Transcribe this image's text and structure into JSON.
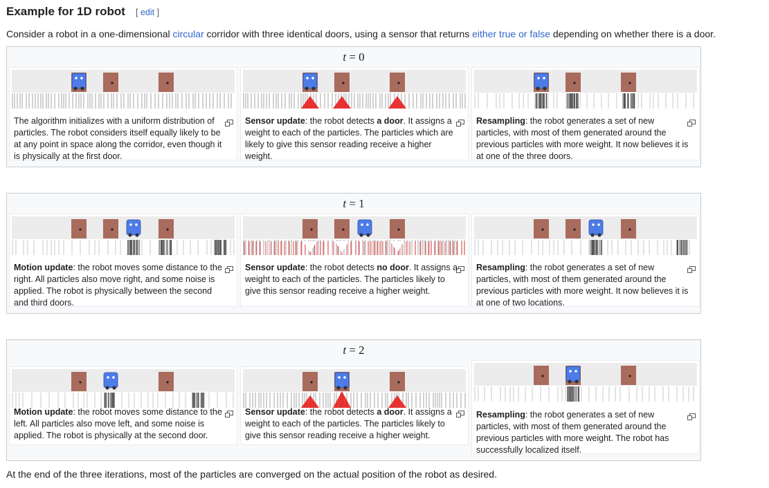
{
  "heading": "Example for 1D robot",
  "edit": {
    "open": "[ ",
    "label": "edit",
    "close": " ]"
  },
  "intro": {
    "p1": "Consider a robot in a one-dimensional ",
    "link1": "circular",
    "p2": " corridor with three identical doors, using a sensor that returns ",
    "link2": "either true or false",
    "p3": " depending on whether there is a door."
  },
  "outro": "At the end of the three iterations, most of the particles are converged on the actual position of the robot as desired.",
  "colors": {
    "door": "#a86b5c",
    "robot": "#4d7ce8",
    "weight": "#e81010",
    "link": "#3366cc"
  },
  "galleries": [
    {
      "title_var": "t",
      "title_eq": " = 0",
      "panels": [
        {
          "bold": "",
          "text": "The algorithm initializes with a uniform distribution of particles. The robot considers itself equally likely to be at any point in space along the corridor, even though it is physically at the first door."
        },
        {
          "bold": "Sensor update",
          "text": ": the robot detects ",
          "bold2": "a door",
          "text2": ". It assigns a weight to each of the particles. The particles which are likely to give this sensor reading receive a higher weight."
        },
        {
          "bold": "Resampling",
          "text": ": the robot generates a set of new particles, with most of them generated around the previous particles with more weight. It now believes it is at one of the three doors."
        }
      ]
    },
    {
      "title_var": "t",
      "title_eq": " = 1",
      "panels": [
        {
          "bold": "Motion update",
          "text": ": the robot moves some distance to the right. All particles also move right, and some noise is applied. The robot is physically between the second and third doors."
        },
        {
          "bold": "Sensor update",
          "text": ": the robot detects ",
          "bold2": "no door",
          "text2": ". It assigns a weight to each of the particles. The particles likely to give this sensor reading receive a higher weight."
        },
        {
          "bold": "Resampling",
          "text": ": the robot generates a set of new particles, with most of them generated around the previous particles with more weight. It now believes it is at one of two locations."
        }
      ]
    },
    {
      "title_var": "t",
      "title_eq": " = 2",
      "panels": [
        {
          "bold": "Motion update",
          "text": ": the robot moves some distance to the left. All particles also move left, and some noise is applied. The robot is physically at the second door."
        },
        {
          "bold": "Sensor update",
          "text": ": the robot detects ",
          "bold2": "a door",
          "text2": ". It assigns a weight to each of the particles. The particles likely to give this sensor reading receive a higher weight."
        },
        {
          "bold": "Resampling",
          "text": ": the robot generates a set of new particles, with most of them generated around the previous particles with more weight. The robot has successfully localized itself."
        }
      ]
    }
  ]
}
